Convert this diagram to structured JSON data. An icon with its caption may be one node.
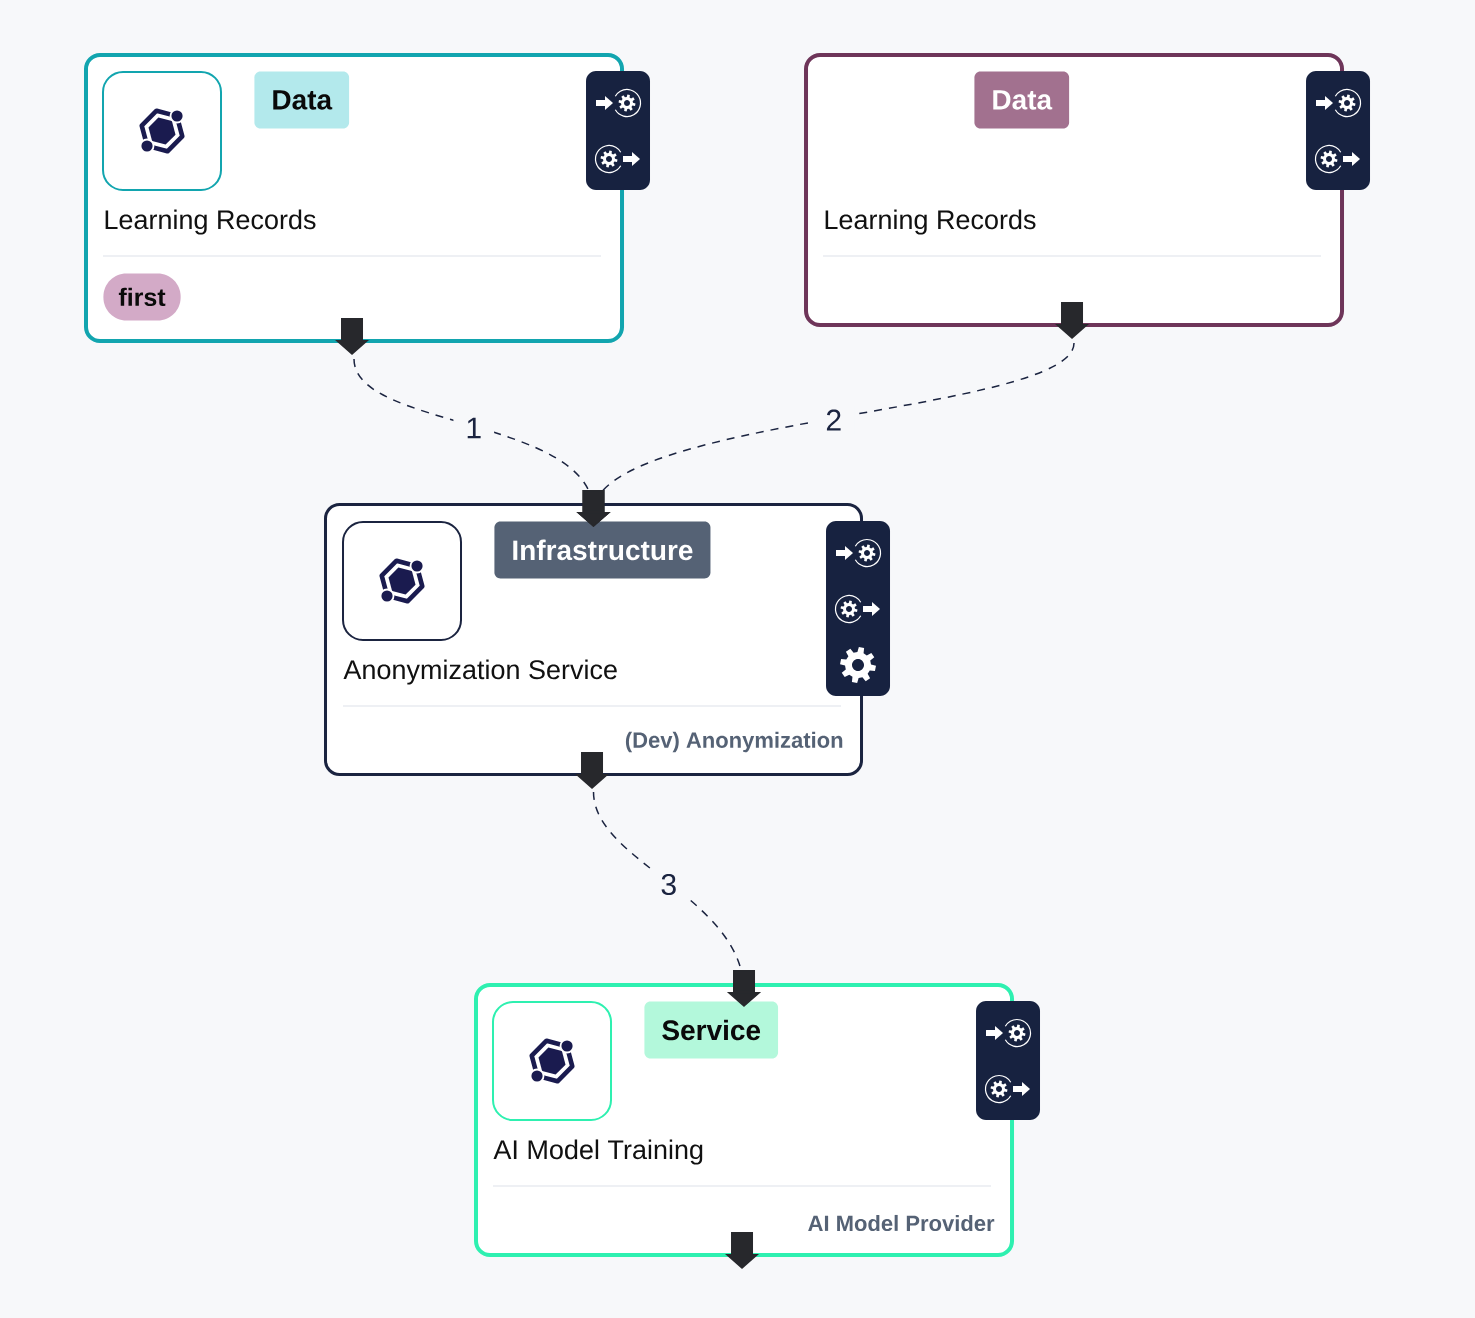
{
  "diagram": {
    "nodes": [
      {
        "text": [
          "Learning Records"
        ]
      },
      {
        "text": [
          "Data"
        ],
        "in": 0
      },
      {
        "text": [
          "first"
        ],
        "in": 0
      },
      {
        "text": [
          "Learning Records"
        ]
      },
      {
        "text": [
          "Data"
        ],
        "in": 3
      },
      {
        "text": [
          "Anonymization Service",
          "(Dev) Anonymization"
        ]
      },
      {
        "text": [
          "Infrastructure"
        ],
        "in": 5
      },
      {
        "text": [
          "AI Model Training",
          "AI Model Provider"
        ]
      },
      {
        "text": [
          "Service"
        ],
        "in": 7
      }
    ],
    "edges": [
      {
        "from": 0,
        "to": 5,
        "arrow": "to",
        "label": "1",
        "style": "dashed"
      },
      {
        "from": 3,
        "to": 5,
        "arrow": "to",
        "label": "2",
        "style": "dashed"
      },
      {
        "from": 5,
        "to": 7,
        "arrow": "to",
        "label": "3",
        "style": "dashed"
      }
    ]
  }
}
